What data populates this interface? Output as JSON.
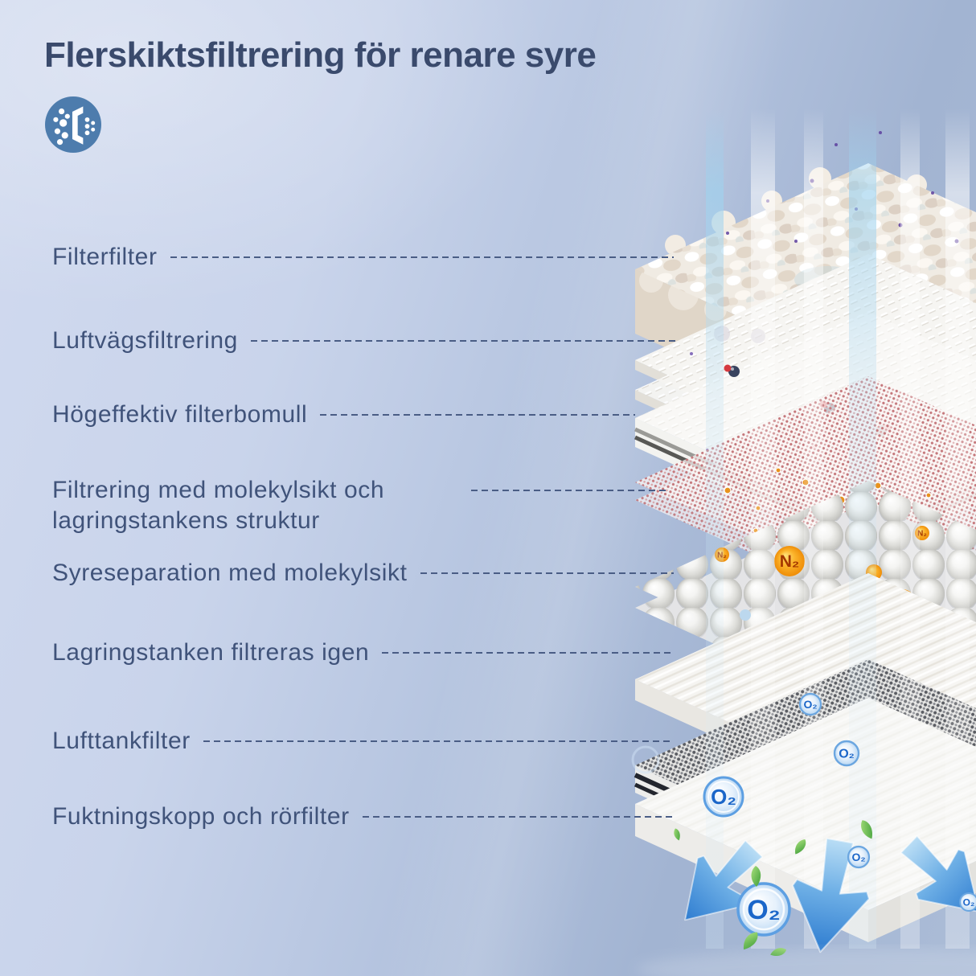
{
  "title": "Flerskiktsfiltrering för renare syre",
  "labels": [
    "Filterfilter",
    "Luftvägsfiltrering",
    "Högeffektiv filterbomull",
    "Filtrering med molekylsikt och lagringstankens struktur",
    "Syreseparation med molekylsikt",
    "Lagringstanken filtreras igen",
    "Lufttankfilter",
    "Fuktningskopp och rörfilter"
  ],
  "molecules": {
    "nitrogen": "N₂",
    "oxygen": "O₂"
  },
  "icon": {
    "name": "filtration-particles-icon"
  },
  "diagram": {
    "layer_count": 8,
    "airflow_arrows": 3
  },
  "colors": {
    "title_text": "#3a4a6c",
    "label_text": "#40537a",
    "leader_line": "#4a5d85",
    "icon_background": "#4d7cad",
    "nitrogen_ball": "#f5a21b",
    "nitrogen_text": "#a33600",
    "oxygen_text": "#1b66c9",
    "arrow_blue": "#2e7cd0",
    "particle_purple": "#6a3fbb",
    "pink_mesh": "#c5787c",
    "background_light": "#d1daef",
    "background_dark": "#a2b4d2"
  }
}
